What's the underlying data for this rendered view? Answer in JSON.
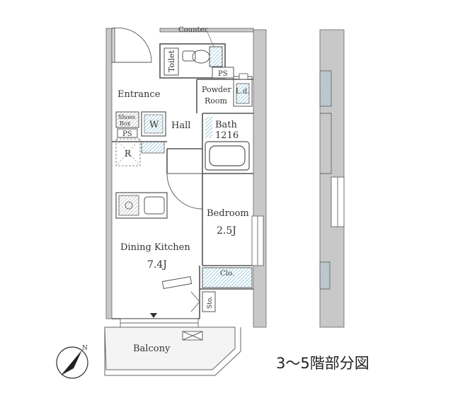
{
  "rooms": {
    "counter": "Counter",
    "toilet": "Toilet",
    "ps_upper": "PS",
    "powder_room_line1": "Powder",
    "powder_room_line2": "Room",
    "laundry": "L.d.",
    "entrance": "Entrance",
    "shoes_box_line1": "Shoes",
    "shoes_box_line2": "Box",
    "washer": "W",
    "hall": "Hall",
    "bath_name": "Bath",
    "bath_size": "1216",
    "ps_lower": "PS",
    "refrigerator": "R",
    "bedroom_name": "Bedroom",
    "bedroom_size": "2.5J",
    "dining_kitchen_name": "Dining Kitchen",
    "dining_kitchen_size": "7.4J",
    "closet": "Clo.",
    "storage": "Sto.",
    "balcony": "Balcony"
  },
  "compass": {
    "label": "N"
  },
  "caption": "3～5階部分図",
  "colors": {
    "wall": "#c6c6c6",
    "line": "#555555",
    "accent_blue": "#a9d4e6"
  }
}
